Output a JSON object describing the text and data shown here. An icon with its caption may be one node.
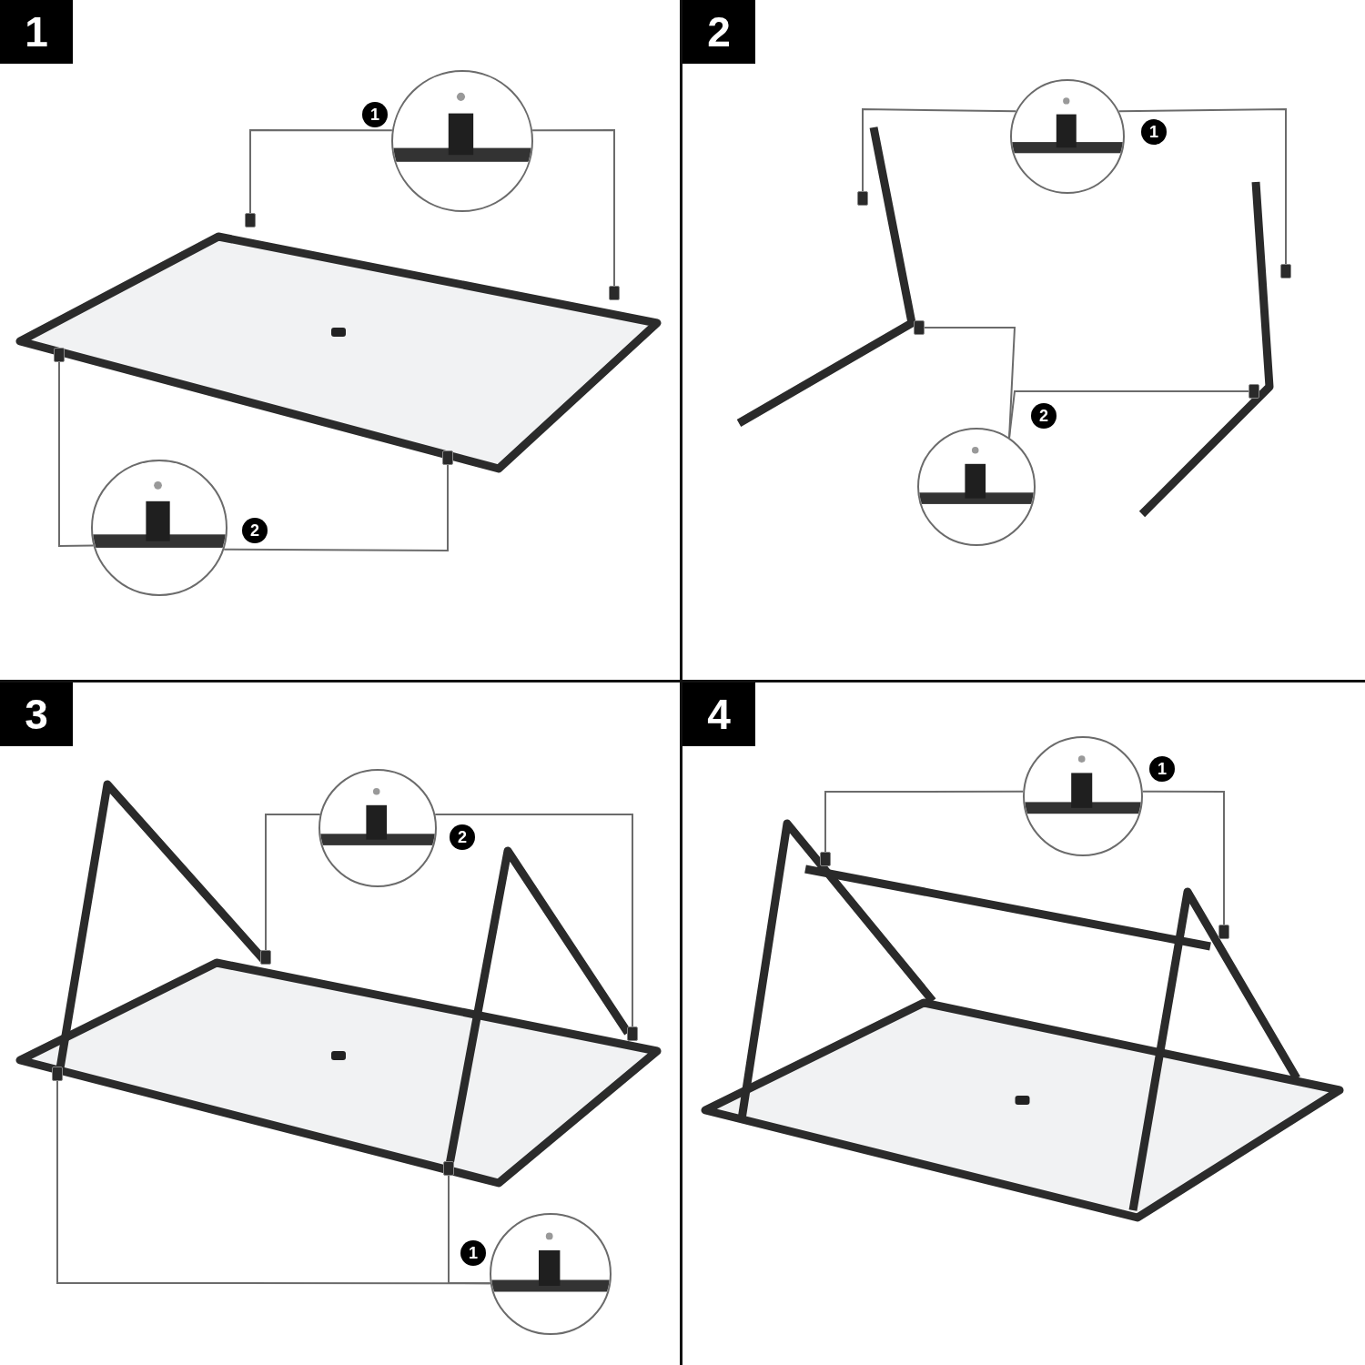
{
  "diagram": {
    "nodes": [
      {
        "text": [
          "1"
        ]
      },
      {
        "text": [],
        "shape": "picture",
        "in": 0,
        "beside": [
          "1"
        ]
      },
      {
        "text": [],
        "shape": "picture",
        "in": 0,
        "beside": [
          "2"
        ]
      },
      {
        "text": [
          "2"
        ]
      },
      {
        "text": [],
        "shape": "picture",
        "in": 3,
        "beside": [
          "1"
        ]
      },
      {
        "text": [],
        "shape": "picture",
        "in": 3,
        "beside": [
          "2"
        ]
      },
      {
        "text": [
          "3"
        ]
      },
      {
        "text": [],
        "shape": "picture",
        "in": 6,
        "beside": [
          "2"
        ]
      },
      {
        "text": [],
        "shape": "picture",
        "in": 6,
        "beside": [
          "1"
        ]
      },
      {
        "text": [
          "4"
        ]
      },
      {
        "text": [],
        "shape": "picture",
        "in": 9,
        "beside": [
          "1"
        ]
      },
      {
        "text": [],
        "shape": "box",
        "in": 0
      },
      {
        "text": [],
        "shape": "box",
        "in": 0
      },
      {
        "text": [],
        "shape": "box",
        "in": 0
      },
      {
        "text": [],
        "shape": "box",
        "in": 0
      },
      {
        "text": [],
        "shape": "box",
        "in": 3
      },
      {
        "text": [],
        "shape": "box",
        "in": 3
      },
      {
        "text": [],
        "shape": "box",
        "in": 3
      },
      {
        "text": [],
        "shape": "box",
        "in": 3
      },
      {
        "text": [],
        "shape": "box",
        "in": 6
      },
      {
        "text": [],
        "shape": "box",
        "in": 6
      },
      {
        "text": [],
        "shape": "box",
        "in": 6
      },
      {
        "text": [],
        "shape": "box",
        "in": 6
      },
      {
        "text": [],
        "shape": "box",
        "in": 9
      },
      {
        "text": [],
        "shape": "box",
        "in": 9
      }
    ],
    "edges": [
      {
        "from": 1,
        "to": 11,
        "arrow": "none"
      },
      {
        "from": 1,
        "to": 12,
        "arrow": "none"
      },
      {
        "from": 2,
        "to": 13,
        "arrow": "none"
      },
      {
        "from": 2,
        "to": 14,
        "arrow": "none"
      },
      {
        "from": 4,
        "to": 15,
        "arrow": "none"
      },
      {
        "from": 4,
        "to": 16,
        "arrow": "none"
      },
      {
        "from": 5,
        "to": 17,
        "arrow": "none"
      },
      {
        "from": 5,
        "to": 18,
        "arrow": "none"
      },
      {
        "from": 7,
        "to": 19,
        "arrow": "none"
      },
      {
        "from": 7,
        "to": 20,
        "arrow": "none"
      },
      {
        "from": 8,
        "to": 21,
        "arrow": "none"
      },
      {
        "from": 8,
        "to": 22,
        "arrow": "none"
      },
      {
        "from": 10,
        "to": 23,
        "arrow": "none"
      },
      {
        "from": 10,
        "to": 24,
        "arrow": "none"
      }
    ]
  }
}
